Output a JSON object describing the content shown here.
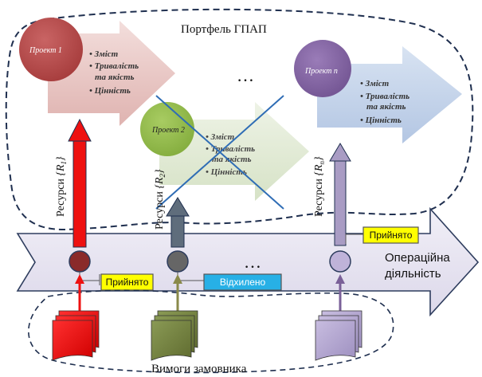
{
  "portfolio": {
    "title": "Портфель ГПАП"
  },
  "projects": [
    {
      "name": "Проект 1",
      "color": "#b84a4a",
      "arrow_color": "#e9c6c4",
      "items": [
        "Зміст",
        "Тривалість",
        "та якість",
        "Цінність"
      ]
    },
    {
      "name": "Проект 2",
      "color": "#97bf4f",
      "arrow_color": "#e1ead5",
      "items": [
        "Зміст",
        "Тривалість",
        "та якість",
        "Цінність"
      ],
      "status": "cancelled"
    },
    {
      "name": "Проект n",
      "color": "#8a6aa8",
      "arrow_color": "#c4d4ea",
      "items": [
        "Зміст",
        "Тривалість",
        "та якість",
        "Цінність"
      ]
    }
  ],
  "ellipsis": "…",
  "resources": [
    {
      "prefix": "Ресурси ",
      "symbol": "{R",
      "sub": "1",
      "close": "}",
      "arrow_color": "#ee1111"
    },
    {
      "prefix": "Ресурси ",
      "symbol": "{R",
      "sub": "2",
      "close": "}",
      "arrow_color": "#5f6d7c"
    },
    {
      "prefix": "Ресурси ",
      "symbol": "{R",
      "sub": "n",
      "close": "}",
      "arrow_color": "#a99cc4"
    }
  ],
  "operations": {
    "label_line1": "Операційна",
    "label_line2": "діяльність"
  },
  "decisions": {
    "accepted": "Прийнято",
    "rejected": "Відхилено"
  },
  "customer": {
    "title": "Вимоги замовника"
  },
  "colors": {
    "band_fill": "#e9e6f2",
    "band_stroke": "#2e3d5e",
    "accepted_fill": "#ffff00",
    "rejected_fill": "#27b0e6",
    "cross_line": "#2f6db5"
  }
}
